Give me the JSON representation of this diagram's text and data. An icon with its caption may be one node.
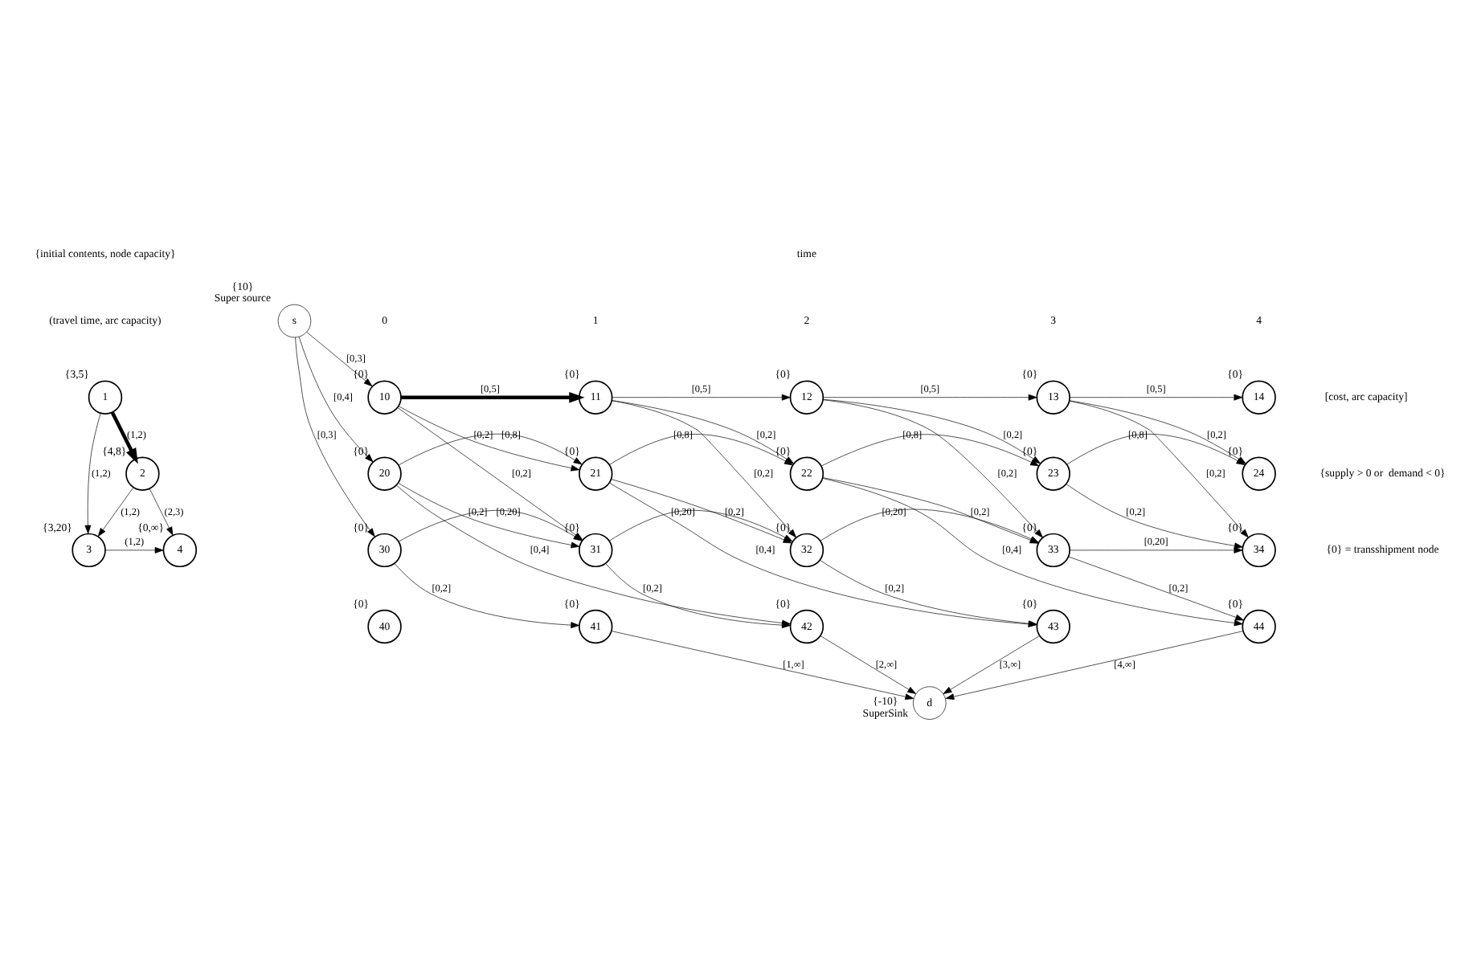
{
  "diagram": {
    "nodes": [
      {
        "text": [
          "1"
        ],
        "beside": [
          "{3,5}"
        ]
      },
      {
        "text": [
          "2"
        ],
        "beside": [
          "{4,8}"
        ]
      },
      {
        "text": [
          "3"
        ],
        "beside": [
          "{3,20}"
        ]
      },
      {
        "text": [
          "4"
        ],
        "beside": [
          "{0,∞}"
        ]
      },
      {
        "text": [
          "s"
        ],
        "beside": [
          "{10}",
          "Super source"
        ]
      },
      {
        "text": [
          "10"
        ],
        "beside": [
          "{0}"
        ]
      },
      {
        "text": [
          "11"
        ],
        "beside": [
          "{0}"
        ]
      },
      {
        "text": [
          "12"
        ],
        "beside": [
          "{0}"
        ]
      },
      {
        "text": [
          "13"
        ],
        "beside": [
          "{0}"
        ]
      },
      {
        "text": [
          "14"
        ],
        "beside": [
          "{0}"
        ]
      },
      {
        "text": [
          "20"
        ],
        "beside": [
          "{0}"
        ]
      },
      {
        "text": [
          "21"
        ],
        "beside": [
          "{0}"
        ]
      },
      {
        "text": [
          "22"
        ],
        "beside": [
          "{0}"
        ]
      },
      {
        "text": [
          "23"
        ],
        "beside": [
          "{0}"
        ]
      },
      {
        "text": [
          "24"
        ],
        "beside": [
          "{0}"
        ]
      },
      {
        "text": [
          "30"
        ],
        "beside": [
          "{0}"
        ]
      },
      {
        "text": [
          "31"
        ],
        "beside": [
          "{0}"
        ]
      },
      {
        "text": [
          "32"
        ],
        "beside": [
          "{0}"
        ]
      },
      {
        "text": [
          "33"
        ],
        "beside": [
          "{0}"
        ]
      },
      {
        "text": [
          "34"
        ],
        "beside": [
          "{0}"
        ]
      },
      {
        "text": [
          "40"
        ],
        "beside": [
          "{0}"
        ]
      },
      {
        "text": [
          "41"
        ],
        "beside": [
          "{0}"
        ]
      },
      {
        "text": [
          "42"
        ],
        "beside": [
          "{0}"
        ]
      },
      {
        "text": [
          "43"
        ],
        "beside": [
          "{0}"
        ]
      },
      {
        "text": [
          "44"
        ],
        "beside": [
          "{0}"
        ]
      },
      {
        "text": [
          "d"
        ],
        "beside": [
          "{-10}",
          "SuperSink"
        ]
      }
    ],
    "edges": [
      {
        "from": 0,
        "to": 1,
        "arrow": "to",
        "label": "(1,2)",
        "style": "thick"
      },
      {
        "from": 0,
        "to": 2,
        "arrow": "to",
        "label": "(1,2)"
      },
      {
        "from": 2,
        "to": 3,
        "arrow": "to",
        "label": "(1,2)"
      },
      {
        "from": 1,
        "to": 2,
        "arrow": "to",
        "label": "(1,2)"
      },
      {
        "from": 1,
        "to": 3,
        "arrow": "to",
        "label": "(2,3)"
      },
      {
        "from": 4,
        "to": 5,
        "arrow": "to",
        "label": "[0,3]"
      },
      {
        "from": 4,
        "to": 10,
        "arrow": "to",
        "label": "[0,4]"
      },
      {
        "from": 4,
        "to": 15,
        "arrow": "to",
        "label": "[0,3]"
      },
      {
        "from": 5,
        "to": 6,
        "arrow": "to",
        "label": "[0,5]",
        "style": "thick"
      },
      {
        "from": 6,
        "to": 7,
        "arrow": "to",
        "label": "[0,5]"
      },
      {
        "from": 7,
        "to": 8,
        "arrow": "to",
        "label": "[0,5]"
      },
      {
        "from": 8,
        "to": 9,
        "arrow": "to",
        "label": "[0,5]"
      },
      {
        "from": 5,
        "to": 11,
        "arrow": "to",
        "label": "[0,2]"
      },
      {
        "from": 5,
        "to": 16,
        "arrow": "to",
        "label": "[0,2]"
      },
      {
        "from": 6,
        "to": 12,
        "arrow": "to",
        "label": "[0,2]"
      },
      {
        "from": 6,
        "to": 17,
        "arrow": "to",
        "label": "[0,2]"
      },
      {
        "from": 7,
        "to": 13,
        "arrow": "to",
        "label": "[0,2]"
      },
      {
        "from": 7,
        "to": 18,
        "arrow": "to",
        "label": "[0,2]"
      },
      {
        "from": 8,
        "to": 14,
        "arrow": "to",
        "label": "[0,2]"
      },
      {
        "from": 8,
        "to": 19,
        "arrow": "to",
        "label": "[0,2]"
      },
      {
        "from": 10,
        "to": 11,
        "arrow": "to",
        "label": "[0,8]"
      },
      {
        "from": 11,
        "to": 12,
        "arrow": "to",
        "label": "[0,8]"
      },
      {
        "from": 12,
        "to": 13,
        "arrow": "to",
        "label": "[0,8]"
      },
      {
        "from": 13,
        "to": 14,
        "arrow": "to",
        "label": "[0,8]"
      },
      {
        "from": 10,
        "to": 16,
        "arrow": "to",
        "label": "[0,2]"
      },
      {
        "from": 11,
        "to": 17,
        "arrow": "to",
        "label": "[0,2]"
      },
      {
        "from": 12,
        "to": 18,
        "arrow": "to",
        "label": "[0,2]"
      },
      {
        "from": 13,
        "to": 19,
        "arrow": "to",
        "label": "[0,2]"
      },
      {
        "from": 10,
        "to": 22,
        "arrow": "to",
        "label": "[0,4]"
      },
      {
        "from": 11,
        "to": 23,
        "arrow": "to",
        "label": "[0,4]"
      },
      {
        "from": 12,
        "to": 24,
        "arrow": "to",
        "label": "[0,4]"
      },
      {
        "from": 15,
        "to": 16,
        "arrow": "to",
        "label": "[0,20]"
      },
      {
        "from": 16,
        "to": 17,
        "arrow": "to",
        "label": "[0,20]"
      },
      {
        "from": 17,
        "to": 18,
        "arrow": "to",
        "label": "[0,20]"
      },
      {
        "from": 18,
        "to": 19,
        "arrow": "to",
        "label": "[0,20]"
      },
      {
        "from": 15,
        "to": 21,
        "arrow": "to",
        "label": "[0,2]"
      },
      {
        "from": 16,
        "to": 22,
        "arrow": "to",
        "label": "[0,2]"
      },
      {
        "from": 17,
        "to": 23,
        "arrow": "to",
        "label": "[0,2]"
      },
      {
        "from": 18,
        "to": 24,
        "arrow": "to",
        "label": "[0,2]"
      },
      {
        "from": 21,
        "to": 25,
        "arrow": "to",
        "label": "[1,∞]"
      },
      {
        "from": 22,
        "to": 25,
        "arrow": "to",
        "label": "[2,∞]"
      },
      {
        "from": 23,
        "to": 25,
        "arrow": "to",
        "label": "[3,∞]"
      },
      {
        "from": 24,
        "to": 25,
        "arrow": "to",
        "label": "[4,∞]"
      }
    ],
    "labels": [
      "time",
      "0",
      "1",
      "2",
      "3",
      "4",
      "[cost, arc capacity]",
      "{supply > 0 or  demand < 0}",
      "{0} = transshipment node",
      "{initial contents, node capacity}",
      "(travel time, arc capacity)"
    ]
  }
}
